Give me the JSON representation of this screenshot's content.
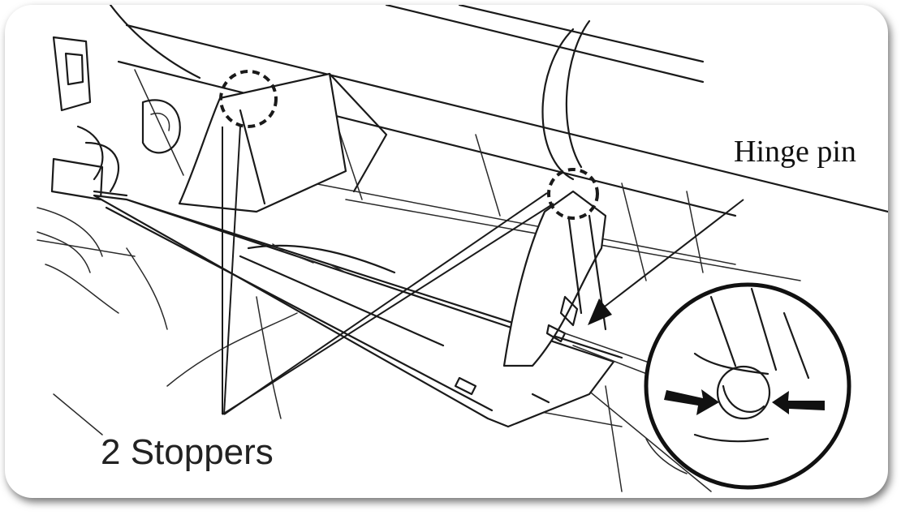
{
  "labels": {
    "stoppers": "2 Stoppers",
    "hinge_pin": "Hinge pin"
  },
  "icons": {
    "arrow": "filled-triangle-arrow"
  }
}
